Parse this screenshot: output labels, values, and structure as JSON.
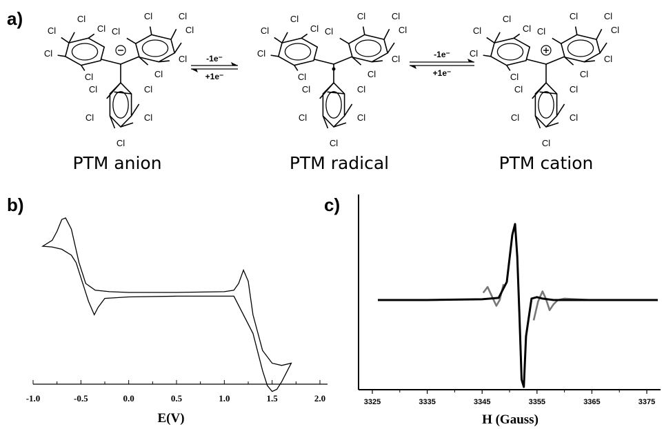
{
  "panel_a": {
    "label": "a)",
    "species": [
      {
        "name": "PTM anion",
        "center_symbol": "⊖"
      },
      {
        "name": "PTM radical",
        "center_symbol": "•"
      },
      {
        "name": "PTM cation",
        "center_symbol": "⊕"
      }
    ],
    "atom_label": "Cl",
    "arrow_top": "-1e⁻",
    "arrow_bottom": "+1e⁻"
  },
  "chart_data": [
    {
      "panel": "b)",
      "type": "line",
      "title": "",
      "xlabel": "E(V)",
      "ylabel": "",
      "xlim": [
        -1.0,
        2.0
      ],
      "xticks": [
        "-1.0",
        "-0.5",
        "0.0",
        "0.5",
        "1.0",
        "1.5",
        "2.0"
      ],
      "grid": false,
      "series": [
        {
          "x": [
            -0.9,
            -0.8,
            -0.75,
            -0.7,
            -0.66,
            -0.6,
            -0.52,
            -0.45,
            -0.35,
            -0.2,
            0.0,
            0.5,
            1.0,
            1.1,
            1.15,
            1.2,
            1.25,
            1.3,
            1.4,
            1.5,
            1.6,
            1.7,
            1.6,
            1.55,
            1.5,
            1.45,
            1.4,
            1.3,
            1.1,
            0.5,
            0.0,
            -0.25,
            -0.32,
            -0.36,
            -0.42,
            -0.5,
            -0.55,
            -0.6,
            -0.7,
            -0.8,
            -0.9
          ],
          "y": [
            0.62,
            0.7,
            0.82,
            0.98,
            1.0,
            0.85,
            0.4,
            0.12,
            0.03,
            0.01,
            0.0,
            0.0,
            0.01,
            0.03,
            0.12,
            0.3,
            0.15,
            -0.3,
            -0.78,
            -0.95,
            -0.98,
            -0.95,
            -1.2,
            -1.3,
            -1.33,
            -1.25,
            -1.05,
            -0.55,
            -0.05,
            -0.05,
            -0.06,
            -0.08,
            -0.2,
            -0.3,
            -0.12,
            0.2,
            0.4,
            0.5,
            0.58,
            0.61,
            0.62
          ]
        }
      ]
    },
    {
      "panel": "c)",
      "type": "line",
      "title": "",
      "xlabel": "H (Gauss)",
      "ylabel": "",
      "xlim": [
        3325,
        3378
      ],
      "xticks": [
        "3325",
        "3335",
        "3345",
        "3355",
        "3365",
        "3375"
      ],
      "grid": false,
      "series": [
        {
          "color": "#000000",
          "x": [
            3326,
            3335,
            3345,
            3348,
            3349.5,
            3350.5,
            3351,
            3351.4,
            3351.8,
            3352.2,
            3352.6,
            3353,
            3354,
            3355,
            3356,
            3358,
            3360,
            3365,
            3377
          ],
          "y": [
            0,
            0,
            0.01,
            0.03,
            0.25,
            0.9,
            1.05,
            0.6,
            -0.2,
            -1.1,
            -1.2,
            -0.5,
            0.02,
            0.04,
            0.02,
            0.0,
            0,
            0,
            0
          ]
        },
        {
          "color": "#777777",
          "x": [
            3345.2,
            3346,
            3346.8,
            3347.6,
            3348.2,
            3348.9
          ],
          "y": [
            0.1,
            0.18,
            0.05,
            -0.08,
            0.0,
            0.22
          ]
        },
        {
          "color": "#777777",
          "x": [
            3354.4,
            3355.2,
            3356,
            3356.6,
            3357.3,
            3358,
            3358.8,
            3360,
            3365,
            3377
          ],
          "y": [
            -0.28,
            -0.02,
            0.12,
            0.02,
            -0.14,
            -0.06,
            0.0,
            0.02,
            0.0,
            0.0
          ]
        }
      ]
    }
  ]
}
